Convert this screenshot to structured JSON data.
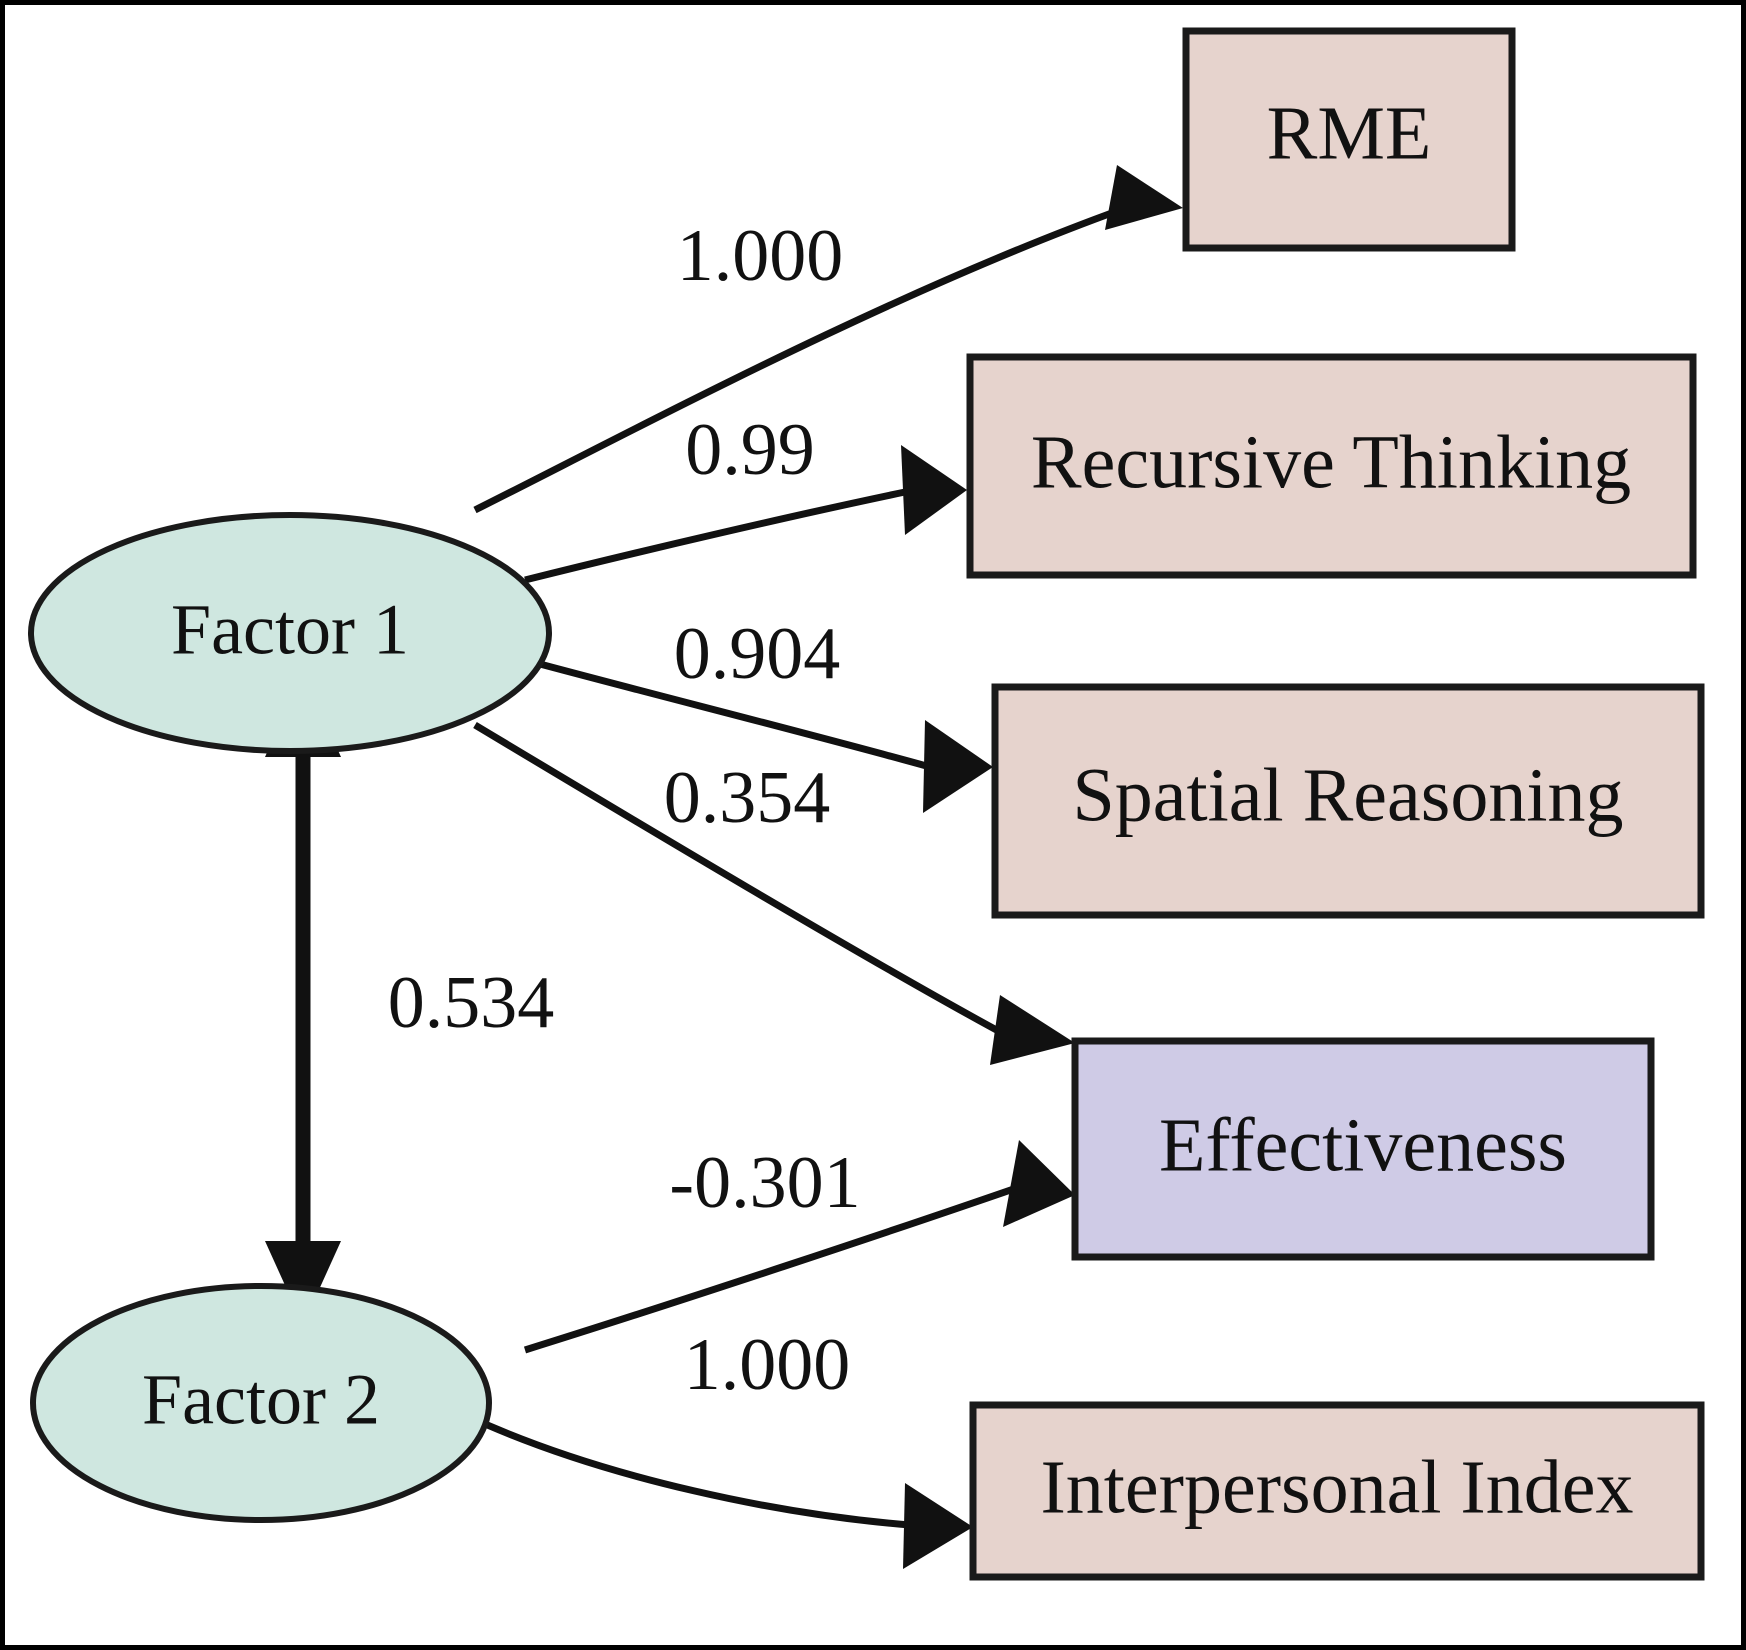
{
  "figure": {
    "type": "path-diagram",
    "description": "Structural equation model path diagram with two latent factors and five observed indicators",
    "border_color": "#000000",
    "background_color": "#ffffff"
  },
  "palette": {
    "latent_fill": "#cfe7e0",
    "indicator_fill": "#e6d3cd",
    "outcome_fill": "#cfcbe6",
    "stroke": "#1a1a1a",
    "text": "#111111"
  },
  "nodes": {
    "factor1": {
      "label": "Factor  1",
      "shape": "ellipse",
      "fill": "#cfe7e0"
    },
    "factor2": {
      "label": "Factor 2",
      "shape": "ellipse",
      "fill": "#cfe7e0"
    },
    "rme": {
      "label": "RME",
      "shape": "rect",
      "fill": "#e6d3cd"
    },
    "recursive": {
      "label": "Recursive Thinking",
      "shape": "rect",
      "fill": "#e6d3cd"
    },
    "spatial": {
      "label": "Spatial Reasoning",
      "shape": "rect",
      "fill": "#e6d3cd"
    },
    "effectiveness": {
      "label": "Effectiveness",
      "shape": "rect",
      "fill": "#cfcbe6"
    },
    "interpersonal": {
      "label": "Interpersonal Index",
      "shape": "rect",
      "fill": "#e6d3cd"
    }
  },
  "edges": [
    {
      "id": "f1-rme",
      "from": "factor1",
      "to": "rme",
      "label": "1.000",
      "arrow": "single"
    },
    {
      "id": "f1-recursive",
      "from": "factor1",
      "to": "recursive",
      "label": "0.99",
      "arrow": "single"
    },
    {
      "id": "f1-spatial",
      "from": "factor1",
      "to": "spatial",
      "label": "0.904",
      "arrow": "single"
    },
    {
      "id": "f1-effectiveness",
      "from": "factor1",
      "to": "effectiveness",
      "label": "0.354",
      "arrow": "single"
    },
    {
      "id": "f1-f2",
      "from": "factor1",
      "to": "factor2",
      "label": "0.534",
      "arrow": "double"
    },
    {
      "id": "f2-effectiveness",
      "from": "factor2",
      "to": "effectiveness",
      "label": "-0.301",
      "arrow": "single"
    },
    {
      "id": "f2-interpersonal",
      "from": "factor2",
      "to": "interpersonal",
      "label": "1.000",
      "arrow": "single"
    }
  ],
  "chart_data": {
    "type": "diagram",
    "title": "",
    "latent_variables": [
      "Factor  1",
      "Factor 2"
    ],
    "observed_variables": [
      "RME",
      "Recursive Thinking",
      "Spatial Reasoning",
      "Effectiveness",
      "Interpersonal Index"
    ],
    "paths": [
      {
        "source": "Factor  1",
        "target": "RME",
        "coefficient": 1.0,
        "text": "1.000"
      },
      {
        "source": "Factor  1",
        "target": "Recursive Thinking",
        "coefficient": 0.99,
        "text": "0.99"
      },
      {
        "source": "Factor  1",
        "target": "Spatial Reasoning",
        "coefficient": 0.904,
        "text": "0.904"
      },
      {
        "source": "Factor  1",
        "target": "Effectiveness",
        "coefficient": 0.354,
        "text": "0.354"
      },
      {
        "source": "Factor  2",
        "target": "Effectiveness",
        "coefficient": -0.301,
        "text": "-0.301"
      },
      {
        "source": "Factor  2",
        "target": "Interpersonal Index",
        "coefficient": 1.0,
        "text": "1.000"
      }
    ],
    "covariances": [
      {
        "between": [
          "Factor  1",
          "Factor 2"
        ],
        "coefficient": 0.534,
        "text": "0.534",
        "bidirectional": true
      }
    ]
  }
}
